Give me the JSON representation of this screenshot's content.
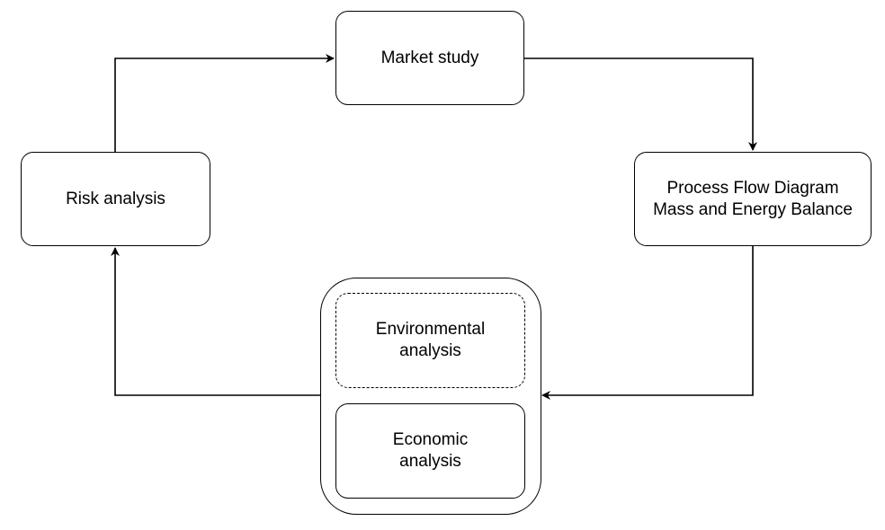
{
  "diagram": {
    "nodes": {
      "market_study": {
        "label": "Market study"
      },
      "process_flow": {
        "label": "Process Flow Diagram\nMass and Energy Balance"
      },
      "risk_analysis": {
        "label": "Risk analysis"
      },
      "assessment_group": {
        "label": ""
      },
      "environmental_analysis": {
        "label": "Environmental\nanalysis",
        "border": "dashed"
      },
      "economic_analysis": {
        "label": "Economic\nanalysis",
        "border": "solid"
      }
    },
    "edges": [
      {
        "from": "risk_analysis",
        "to": "market_study"
      },
      {
        "from": "market_study",
        "to": "process_flow"
      },
      {
        "from": "process_flow",
        "to": "assessment_group"
      },
      {
        "from": "assessment_group",
        "to": "risk_analysis"
      }
    ],
    "colors": {
      "stroke": "#000000",
      "fill": "#ffffff",
      "text": "#000000"
    }
  }
}
